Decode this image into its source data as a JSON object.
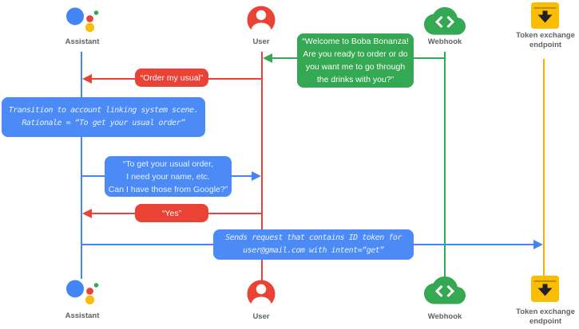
{
  "colors": {
    "blue": "#4285F4",
    "red": "#EA4335",
    "green": "#34A853",
    "amber_line": "#F9AB00",
    "yellow_icon": "#FBBC04",
    "label_gray": "#5F6368"
  },
  "actors": {
    "assistant": {
      "label": "Assistant"
    },
    "user": {
      "label": "User"
    },
    "webhook": {
      "label": "Webhook"
    },
    "token_endpoint": {
      "label": "Token exchange\nendpoint"
    }
  },
  "messages": {
    "welcome": {
      "from": "Webhook",
      "to": "User",
      "text": "“Welcome to Boba Bonanza!\nAre you ready to order or do\nyou want me to go through\nthe drinks with you?”"
    },
    "order_usual": {
      "from": "User",
      "to": "Assistant",
      "text": "“Order my usual”"
    },
    "transition_note": {
      "on": "Assistant",
      "text": "Transition to account linking system scene.\nRationale = “To get your usual order”"
    },
    "ask_permission": {
      "from": "Assistant",
      "to": "User",
      "text": "“To get your usual order,\nI need your name, etc.\nCan I have those from Google?”"
    },
    "yes": {
      "from": "User",
      "to": "Assistant",
      "text": "“Yes”"
    },
    "send_request": {
      "from": "Assistant",
      "to": "Token exchange endpoint",
      "text": "Sends request that contains ID token for\nuser@gmail.com with intent=“get”"
    }
  }
}
